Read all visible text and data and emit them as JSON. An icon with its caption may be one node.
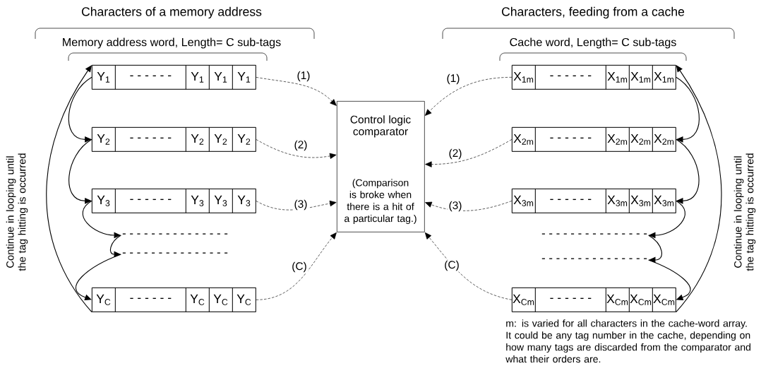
{
  "diagram": {
    "nodes": [
      {
        "text": [
          "Y$_{1}$",
          "- - - - - -",
          "Y$_{1}$",
          "Y$_{1}$",
          "Y$_{1}$"
        ]
      },
      {
        "text": [
          "X$_{1m}$",
          "- - - - - -",
          "X$_{1m}$",
          "X$_{1m}$",
          "X$_{1m}$"
        ]
      },
      {
        "text": [
          "Control logic comparator",
          "(Comparison is broke when there is a hit of a particular tag.)"
        ]
      },
      {
        "text": [
          "Y$_{2}$",
          "- - - - - -",
          "Y$_{2}$",
          "Y$_{2}$",
          "Y$_{2}$"
        ]
      },
      {
        "text": [
          "X$_{2m}$",
          "- - - - - -",
          "X$_{2m}$",
          "X$_{2m}$",
          "X$_{2m}$"
        ]
      },
      {
        "text": [
          "Y$_{3}$",
          "- - - - - -",
          "Y$_{3}$",
          "Y$_{3}$",
          "Y$_{3}$"
        ]
      },
      {
        "text": [
          "X$_{3m}$",
          "- - - - - -",
          "X$_{3m}$",
          "X$_{3m}$",
          "X$_{3m}$"
        ]
      },
      {
        "text": [
          "- - - - - - - - - - - - - - -"
        ]
      },
      {
        "text": [
          "- - - - - - - - - - - - - - -"
        ]
      },
      {
        "text": [
          "- - - - - - - - - - - - - - -"
        ]
      },
      {
        "text": [
          "- - - - - - - - - - - - - - -"
        ]
      },
      {
        "text": [
          "Y$_{C}$",
          "- - - - - -",
          "Y$_{C}$",
          "Y$_{C}$",
          "Y$_{C}$"
        ]
      },
      {
        "text": [
          "X$_{Cm}$",
          "- - - - - -",
          "X$_{Cm}$",
          "X$_{Cm}$",
          "X$_{Cm}$"
        ]
      }
    ],
    "edges": [
      {
        "from": 0,
        "to": 2,
        "arrow": "to",
        "label": "(1)",
        "style": "dashed"
      },
      {
        "from": 3,
        "to": 2,
        "arrow": "to",
        "label": "(2)",
        "style": "dashed"
      },
      {
        "from": 5,
        "to": 2,
        "arrow": "to",
        "label": "(3)",
        "style": "dashed"
      },
      {
        "from": 11,
        "to": 2,
        "arrow": "to",
        "label": "(C)",
        "style": "dashed"
      },
      {
        "from": 1,
        "to": 2,
        "arrow": "to",
        "label": "(1)",
        "style": "dashed"
      },
      {
        "from": 4,
        "to": 2,
        "arrow": "to",
        "label": "(2)",
        "style": "dashed"
      },
      {
        "from": 6,
        "to": 2,
        "arrow": "to",
        "label": "(3)",
        "style": "dashed"
      },
      {
        "from": 12,
        "to": 2,
        "arrow": "to",
        "label": "(C)",
        "style": "dashed"
      },
      {
        "from": 0,
        "to": 3,
        "arrow": "to"
      },
      {
        "from": 3,
        "to": 5,
        "arrow": "to"
      },
      {
        "from": 5,
        "to": 7,
        "arrow": "to"
      },
      {
        "from": 7,
        "to": 9,
        "arrow": "to"
      },
      {
        "from": 9,
        "to": 11,
        "arrow": "to"
      },
      {
        "from": 11,
        "to": 0,
        "arrow": "to"
      },
      {
        "from": 1,
        "to": 4,
        "arrow": "to"
      },
      {
        "from": 4,
        "to": 6,
        "arrow": "to"
      },
      {
        "from": 6,
        "to": 8,
        "arrow": "to"
      },
      {
        "from": 8,
        "to": 10,
        "arrow": "to"
      },
      {
        "from": 10,
        "to": 12,
        "arrow": "to"
      },
      {
        "from": 12,
        "to": 1,
        "arrow": "to"
      }
    ],
    "labels": [
      "Characters of a memory address",
      "Characters, feeding from a cache",
      "Memory address word, Length= C sub-tags",
      "Cache word, Length= C sub-tags",
      "Continue in looping until the tag hitting is occurred",
      "Continue in looping until the tag hitting is occurred",
      "m: is varied for all characters in the cache-word array. It could be any tag number in the cache, depending on how many tags are discarded from the comparator and what their orders are."
    ]
  }
}
